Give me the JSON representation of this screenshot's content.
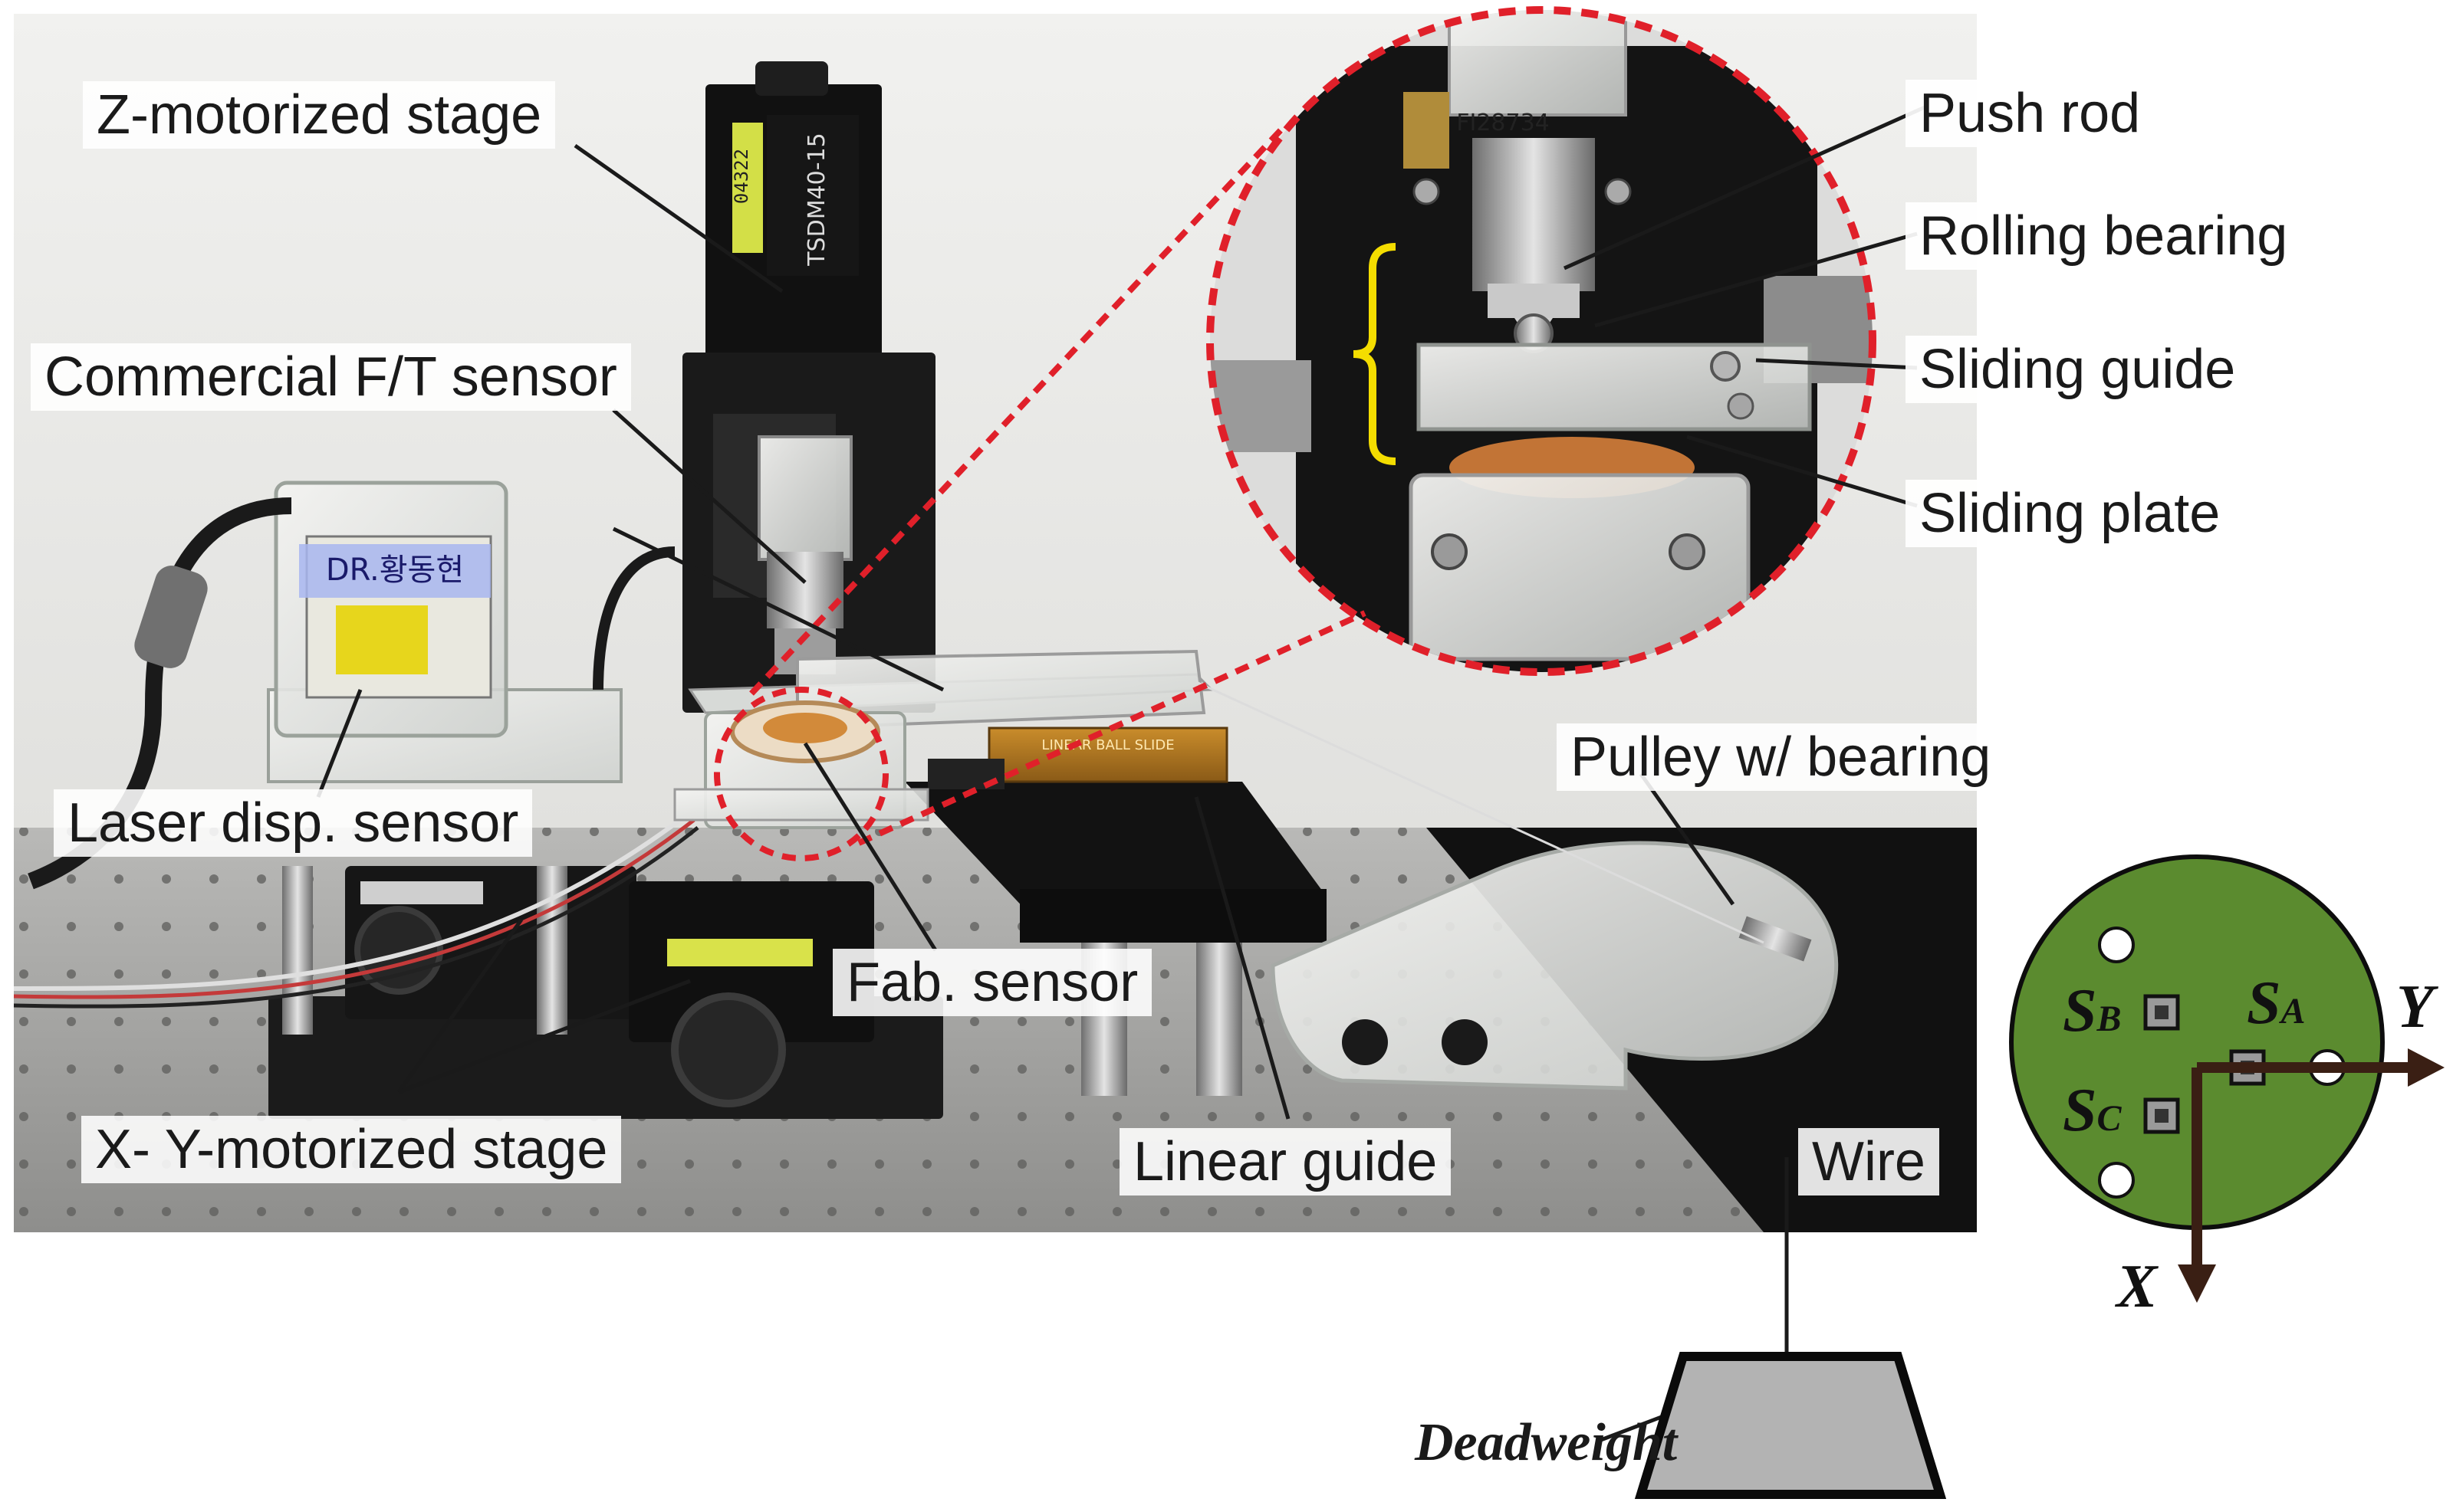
{
  "photo_labels": {
    "z_stage": "Z-motorized stage",
    "ft_sensor": "Commercial F/T sensor",
    "laser_sensor": "Laser disp. sensor",
    "xy_stage": "X- Y-motorized stage",
    "fab_sensor": "Fab. sensor",
    "linear_guide": "Linear guide",
    "pulley": "Pulley w/ bearing",
    "wire": "Wire"
  },
  "inset_labels": {
    "push_rod": "Push rod",
    "rolling_bearing": "Rolling bearing",
    "sliding_guide": "Sliding guide",
    "sliding_plate": "Sliding plate"
  },
  "deadweight": "Deadweight",
  "photo_text": {
    "motor_model": "TSDM40-15",
    "motor_number": "04322",
    "tag": "DR.황동현",
    "inset_code": "FI28734",
    "rail_text": "LINEAR BALL SLIDE"
  },
  "sensor_diagram": {
    "s_a": "S",
    "s_a_sub": "A",
    "s_b": "S",
    "s_b_sub": "B",
    "s_c": "S",
    "s_c_sub": "C",
    "axis_x": "X",
    "axis_y": "Y"
  },
  "colors": {
    "inset_border": "#e0202a",
    "bracket": "#f4dd00",
    "pcb_green": "#5b8b2f",
    "axis": "#3a1f14",
    "deadweight_fill": "#b3b3b3"
  }
}
